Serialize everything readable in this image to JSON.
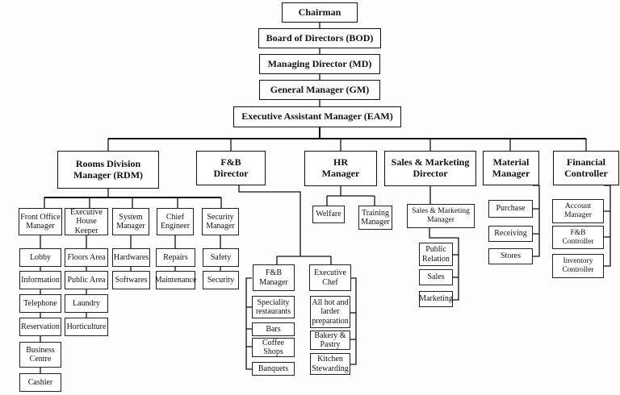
{
  "top": {
    "chairman": "Chairman",
    "bod": "Board of Directors (BOD)",
    "md": "Managing Director (MD)",
    "gm": "General Manager (GM)",
    "eam": "Executive Assistant Manager (EAM)"
  },
  "divisions": {
    "rdm": "Rooms Division Manager (RDM)",
    "fb": "F&B Director",
    "hr": "HR Manager",
    "sales": "Sales & Marketing Director",
    "material": "Material Manager",
    "financial": "Financial Controller"
  },
  "rooms": {
    "front_office": "Front Office Manager",
    "housekeeper": "Executive House Keeper",
    "system": "System Manager",
    "engineer": "Chief Engineer",
    "security_mgr": "Security Manager",
    "fo_items": [
      "Lobby",
      "Information",
      "Telephone",
      "Reservation",
      "Business Centre",
      "Cashier"
    ],
    "hk_items": [
      "Floors Area",
      "Public Area",
      "Laundry",
      "Horticulture"
    ],
    "sys_items": [
      "Hardwares",
      "Softwares"
    ],
    "eng_items": [
      "Repairs",
      "Maintenance"
    ],
    "sec_items": [
      "Safety",
      "Security"
    ]
  },
  "fb": {
    "manager": "F&B Manager",
    "chef": "Executive Chef",
    "mgr_items": [
      "Speciality restaurants",
      "Bars",
      "Coffee Shops",
      "Banquets"
    ],
    "chef_items": [
      "All hot and larder preparation",
      "Bakery & Pastry",
      "Kitchen Stewarding"
    ]
  },
  "hr": {
    "items": [
      "Welfare",
      "Training Manager"
    ]
  },
  "sales": {
    "manager": "Sales & Marketing Manager",
    "items": [
      "Public Relation",
      "Sales",
      "Marketing"
    ]
  },
  "material": {
    "items": [
      "Purchase",
      "Receiving",
      "Stores"
    ]
  },
  "financial": {
    "items": [
      "Account Manager",
      "F&B Controller",
      "Inventory Controller"
    ]
  }
}
